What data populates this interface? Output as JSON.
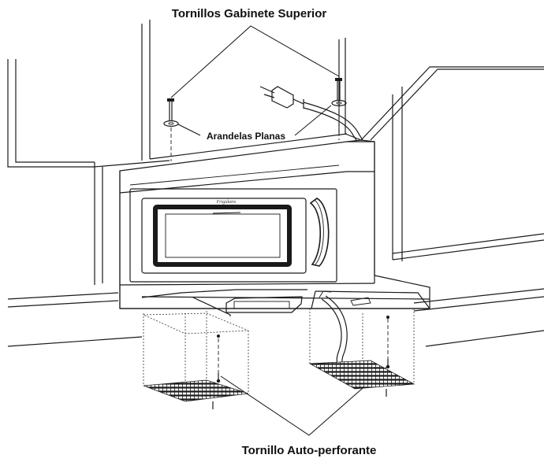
{
  "labels": {
    "upper_cabinet_screws": "Tornillos Gabinete Superior",
    "flat_washers": "Arandelas Planas",
    "self_drilling_screw": "Tornillo Auto-perforante"
  },
  "brand": "Frigidaire",
  "colors": {
    "line": "#1a1a1a",
    "background": "#ffffff",
    "filter_dark": "#222222"
  }
}
